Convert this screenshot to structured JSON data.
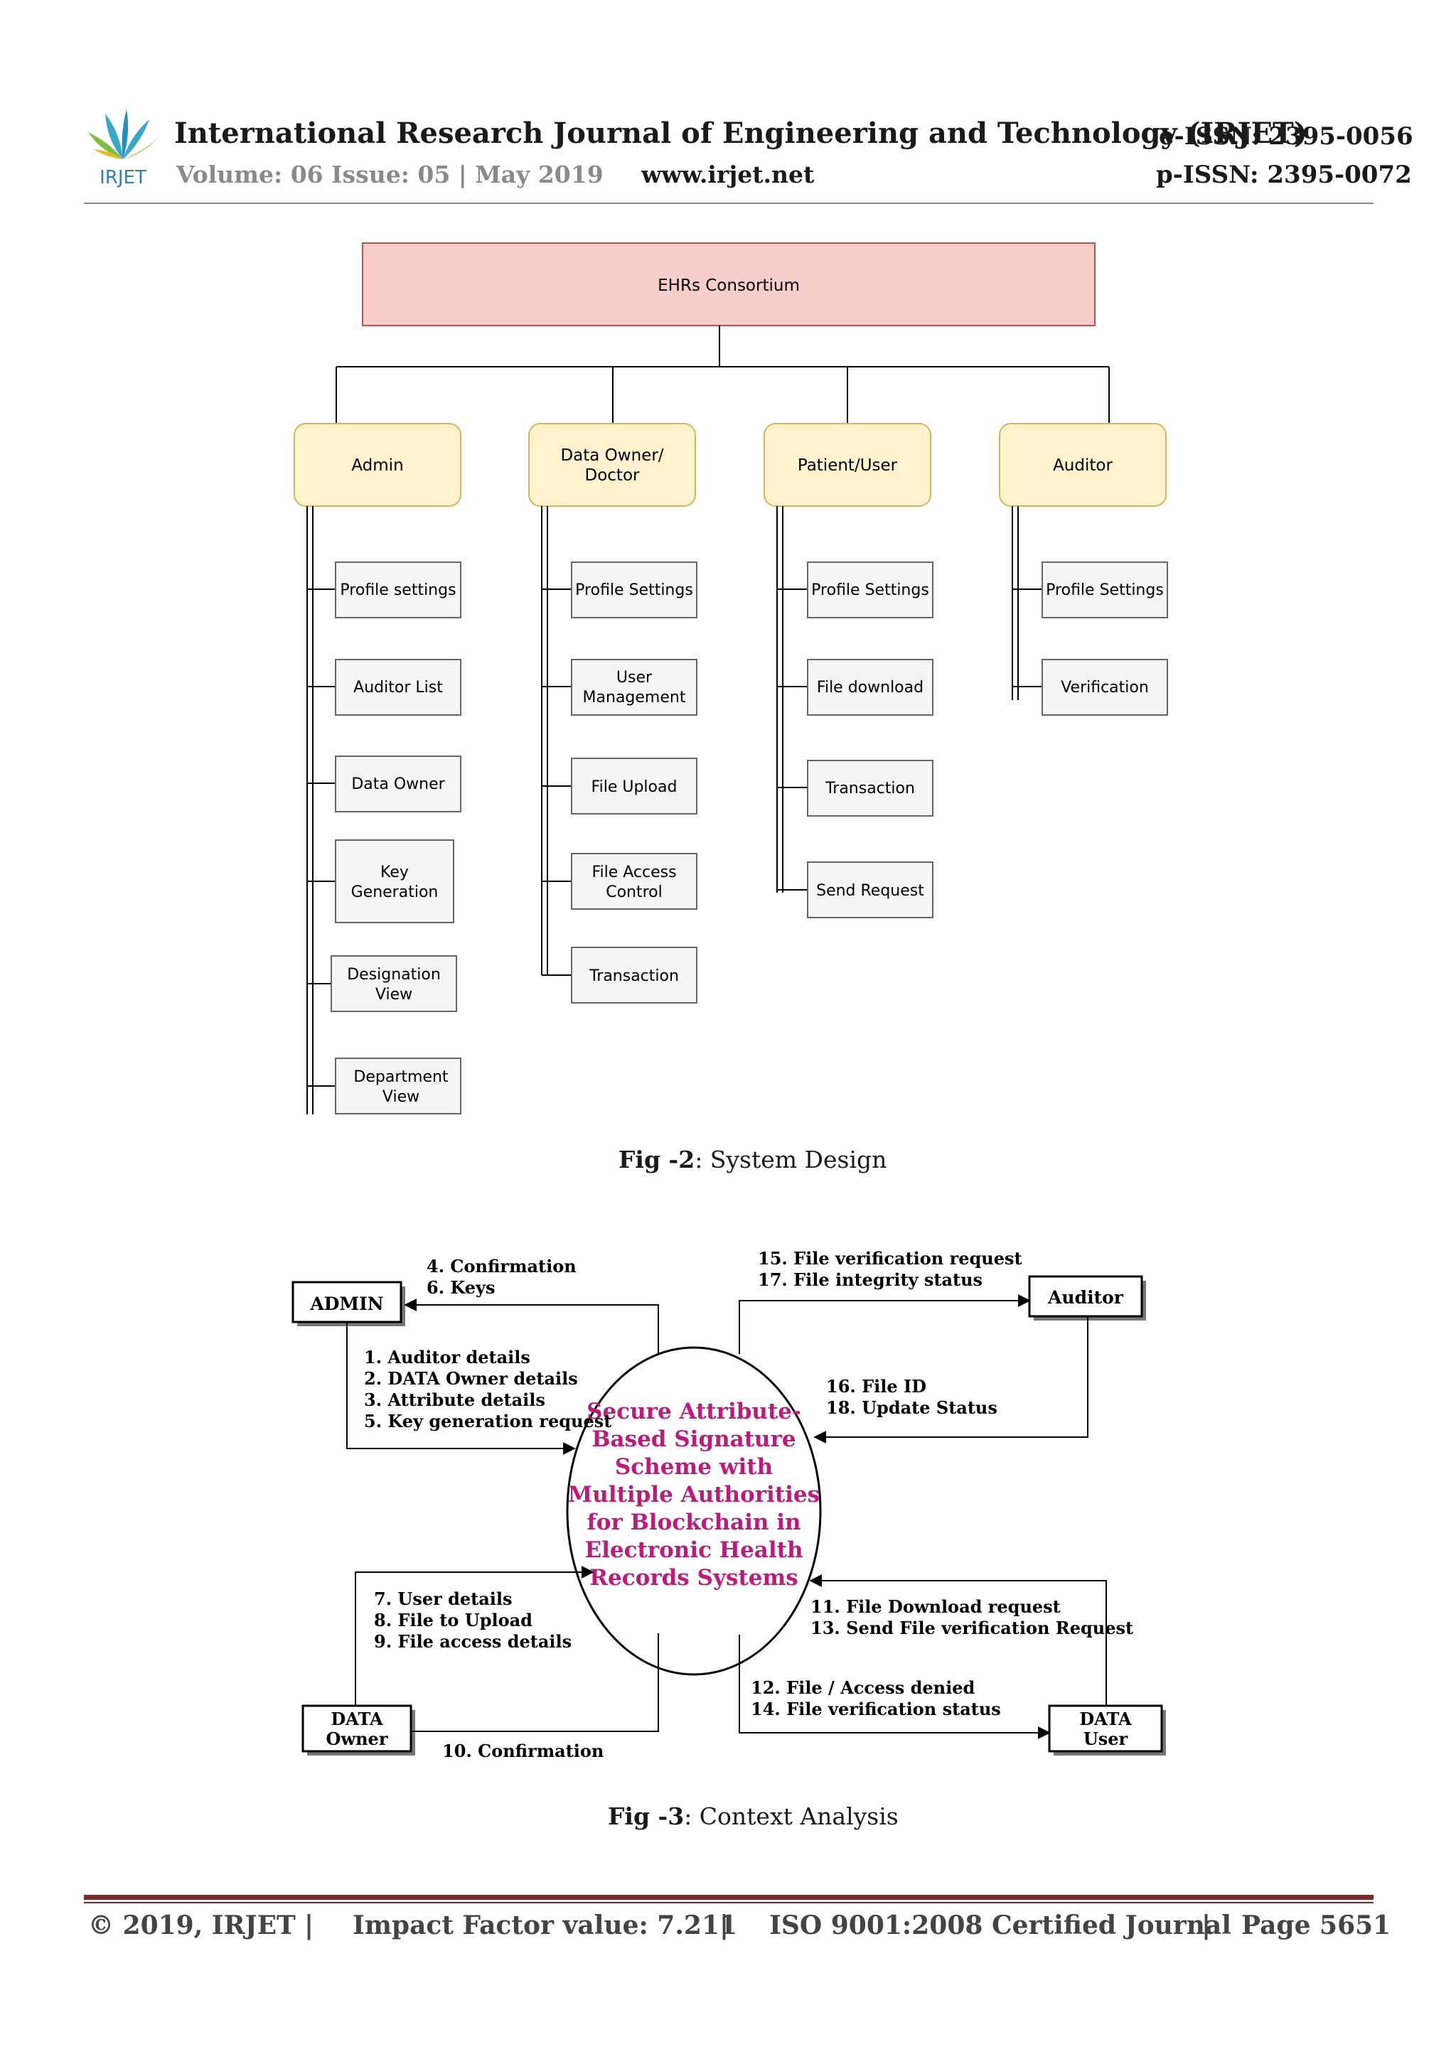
{
  "header": {
    "logo_text": "IRJET",
    "journal_title": "International Research Journal of Engineering and Technology (IRJET)",
    "volume_line": "Volume: 06 Issue: 05 | May 2019",
    "website": "www.irjet.net",
    "e_issn": "e-ISSN: 2395-0056",
    "p_issn": "p-ISSN: 2395-0072"
  },
  "fig2": {
    "caption_label": "Fig -2",
    "caption_text": ": System Design",
    "root": "EHRs Consortium",
    "roles": [
      {
        "line1": "Admin",
        "line2": ""
      },
      {
        "line1": "Data Owner/",
        "line2": "Doctor"
      },
      {
        "line1": "Patient/User",
        "line2": ""
      },
      {
        "line1": "Auditor",
        "line2": ""
      }
    ],
    "admin_items": [
      {
        "line1": "Profile settings",
        "line2": ""
      },
      {
        "line1": "Auditor List",
        "line2": ""
      },
      {
        "line1": "Data Owner",
        "line2": ""
      },
      {
        "line1": "Key",
        "line2": "Generation"
      },
      {
        "line1": "Designation",
        "line2": "View"
      },
      {
        "line1": "Department",
        "line2": "View"
      }
    ],
    "owner_items": [
      {
        "line1": "Profile Settings",
        "line2": ""
      },
      {
        "line1": "User",
        "line2": "Management"
      },
      {
        "line1": "File Upload",
        "line2": ""
      },
      {
        "line1": "File Access",
        "line2": "Control"
      },
      {
        "line1": "Transaction",
        "line2": ""
      }
    ],
    "patient_items": [
      {
        "line1": "Profile Settings",
        "line2": ""
      },
      {
        "line1": "File download",
        "line2": ""
      },
      {
        "line1": "Transaction",
        "line2": ""
      },
      {
        "line1": "Send Request",
        "line2": ""
      }
    ],
    "auditor_items": [
      {
        "line1": "Profile Settings",
        "line2": ""
      },
      {
        "line1": "Verification",
        "line2": ""
      }
    ]
  },
  "fig3": {
    "caption_label": "Fig -3",
    "caption_text": ": Context Analysis",
    "center": [
      "Secure Attribute-",
      "Based Signature",
      "Scheme with",
      "Multiple Authorities",
      "for  Blockchain in",
      "Electronic Health",
      "Records Systems"
    ],
    "entities": {
      "admin": "ADMIN",
      "auditor": "Auditor",
      "data_owner_1": "DATA",
      "data_owner_2": "Owner",
      "data_user_1": "DATA",
      "data_user_2": "User"
    },
    "labels": {
      "admin_out": [
        "4. Confirmation",
        "6. Keys"
      ],
      "admin_in": [
        "1. Auditor details",
        "2. DATA Owner details",
        "3. Attribute details",
        "5. Key generation request"
      ],
      "auditor_out": [
        "15. File verification request",
        "17. File integrity status"
      ],
      "auditor_in": [
        "16. File ID",
        "18. Update Status"
      ],
      "owner_in": [
        "7. User details",
        "8. File to Upload",
        "9. File access details"
      ],
      "owner_out": [
        "10. Confirmation"
      ],
      "user_in": [
        "11. File Download request",
        "13. Send File verification Request"
      ],
      "user_out": [
        "12. File / Access denied",
        "14. File verification status"
      ]
    },
    "colors": {
      "center_text": "#c0197b"
    }
  },
  "footer": {
    "copyright": "© 2019, IRJET",
    "sep": "|",
    "impact": "Impact Factor value: 7.211",
    "iso": "ISO 9001:2008 Certified Journal",
    "page": "Page 5651"
  }
}
